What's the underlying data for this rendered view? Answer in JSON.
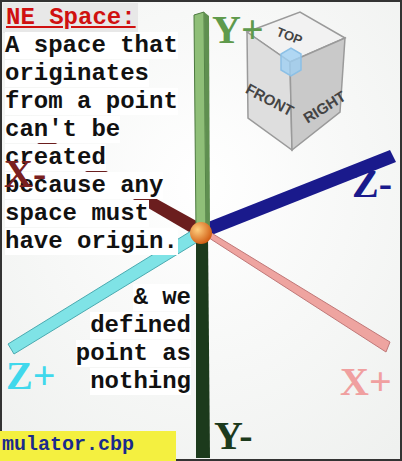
{
  "diagram": {
    "title": "NE Space:",
    "labels": [
      "A space that originates from a point can't be created because any space must have origin.",
      "& we defined point as nothing",
      "TOP",
      "FRONT",
      "RIGHT",
      "Y+",
      "X-",
      "Z-",
      "Z+",
      "X+",
      "Y-",
      "mulator.cbp"
    ]
  }
}
